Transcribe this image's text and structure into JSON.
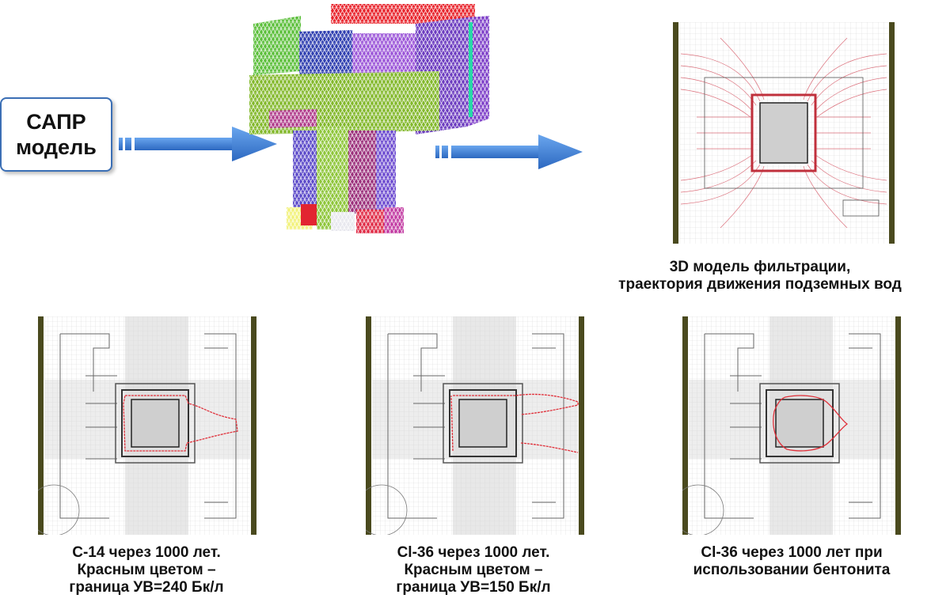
{
  "cad_box": {
    "line1": "САПР",
    "line2": "модель"
  },
  "top_right_caption": {
    "line1": "3D модель фильтрации,",
    "line2": "траектория движения подземных вод"
  },
  "panels": [
    {
      "line1": "С-14 через 1000 лет.",
      "line2": "Красным цветом –",
      "line3": "граница УВ=240 Бк/л"
    },
    {
      "line1": "Cl-36 через 1000 лет.",
      "line2": "Красным цветом –",
      "line3": "граница УВ=150 Бк/л"
    },
    {
      "line1": "Cl-36 через 1000 лет при",
      "line2": "использовании бентонита"
    }
  ],
  "colors": {
    "arrow": "#3d7fd6",
    "plume": "#e0303a",
    "frame": "#4a4a1e"
  }
}
